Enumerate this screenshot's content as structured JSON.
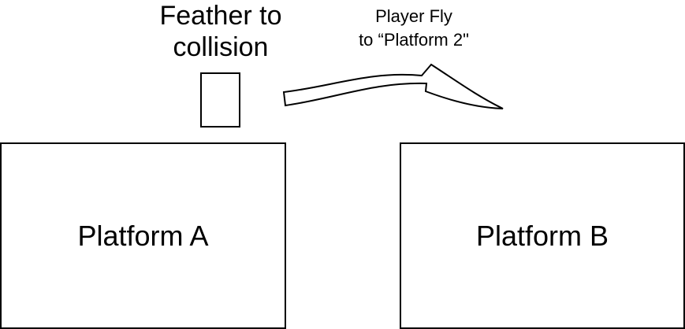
{
  "feather": {
    "label_line1": "Feather to",
    "label_line2": "collision"
  },
  "fly": {
    "label_line1": "Player Fly",
    "label_line2": "to “Platform 2\""
  },
  "platforms": {
    "a_label": "Platform A",
    "b_label": "Platform B"
  },
  "colors": {
    "stroke": "#000000",
    "background": "#ffffff"
  }
}
